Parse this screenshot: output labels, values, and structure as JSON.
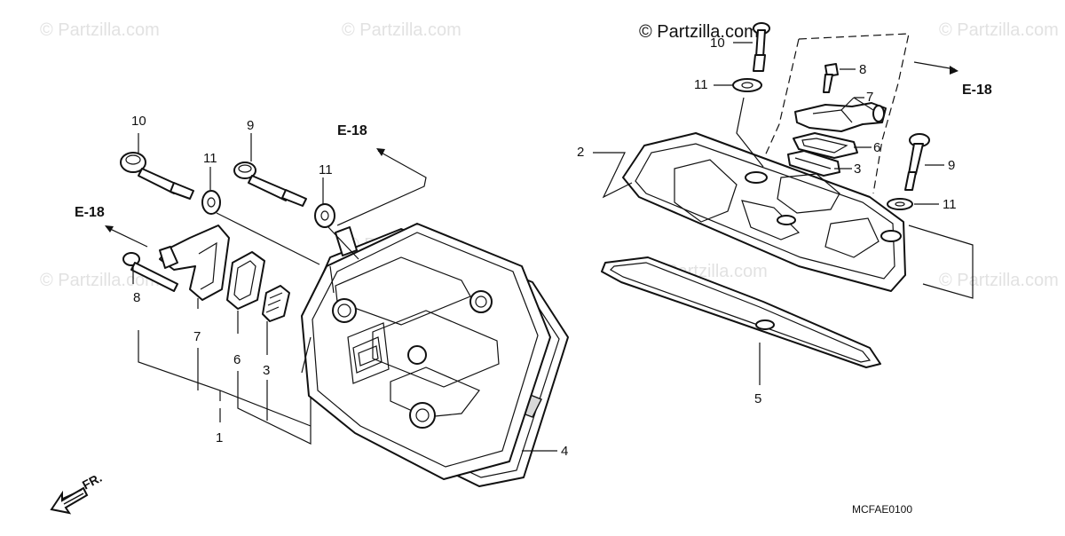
{
  "watermark": {
    "text": "© Partzilla.com",
    "header_copyright": "© Partzilla.com"
  },
  "diagram_code": "MCFAE0100",
  "front_marker": "FR.",
  "references": {
    "left": "E-18",
    "center": "E-18",
    "right": "E-18"
  },
  "callouts": {
    "l_10": "10",
    "l_11a": "11",
    "l_9": "9",
    "l_11b": "11",
    "l_8": "8",
    "l_7": "7",
    "l_6": "6",
    "l_3": "3",
    "l_1": "1",
    "l_4": "4",
    "r_10": "10",
    "r_11a": "11",
    "r_8": "8",
    "r_7": "7",
    "r_6": "6",
    "r_3": "3",
    "r_2": "2",
    "r_9": "9",
    "r_11b": "11",
    "r_5": "5"
  }
}
